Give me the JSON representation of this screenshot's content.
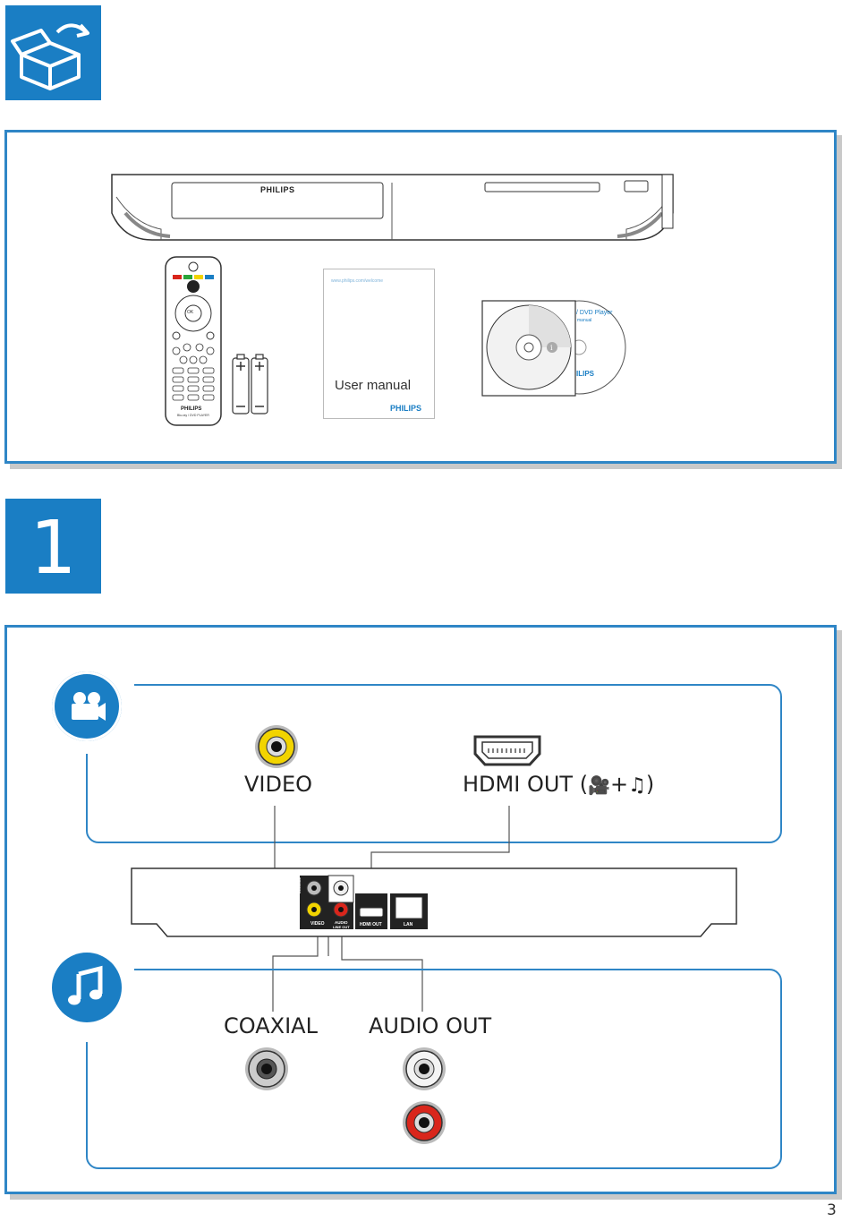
{
  "brand": "PHILIPS",
  "step_number": "1",
  "page_number": "3",
  "box_contents": {
    "manual_title": "User manual",
    "manual_brand": "PHILIPS",
    "manual_url": "www.philips.com/welcome",
    "remote_label": "Blu-ray / DVD PLAYER",
    "remote_ok": "OK",
    "disc_title": "/ DVD Player",
    "disc_subtitle": "manual",
    "disc_brand": "ILIPS"
  },
  "video_section": {
    "video_label": "VIDEO",
    "hdmi_label": "HDMI OUT (",
    "hdmi_plus": "+",
    "hdmi_close": ")"
  },
  "rear_panel": {
    "video": "VIDEO",
    "audio": "AUDIO",
    "lineout": "LINE OUT",
    "hdmi": "HDMI OUT",
    "lan": "LAN",
    "coaxial": "COAXIAL"
  },
  "audio_section": {
    "coaxial_label": "COAXIAL",
    "audio_out_label": "AUDIO OUT"
  },
  "colors": {
    "accent_blue": "#1a7ec4",
    "panel_border": "#2f86c6",
    "video_yellow": "#f2d400",
    "audio_red": "#d9261c"
  }
}
